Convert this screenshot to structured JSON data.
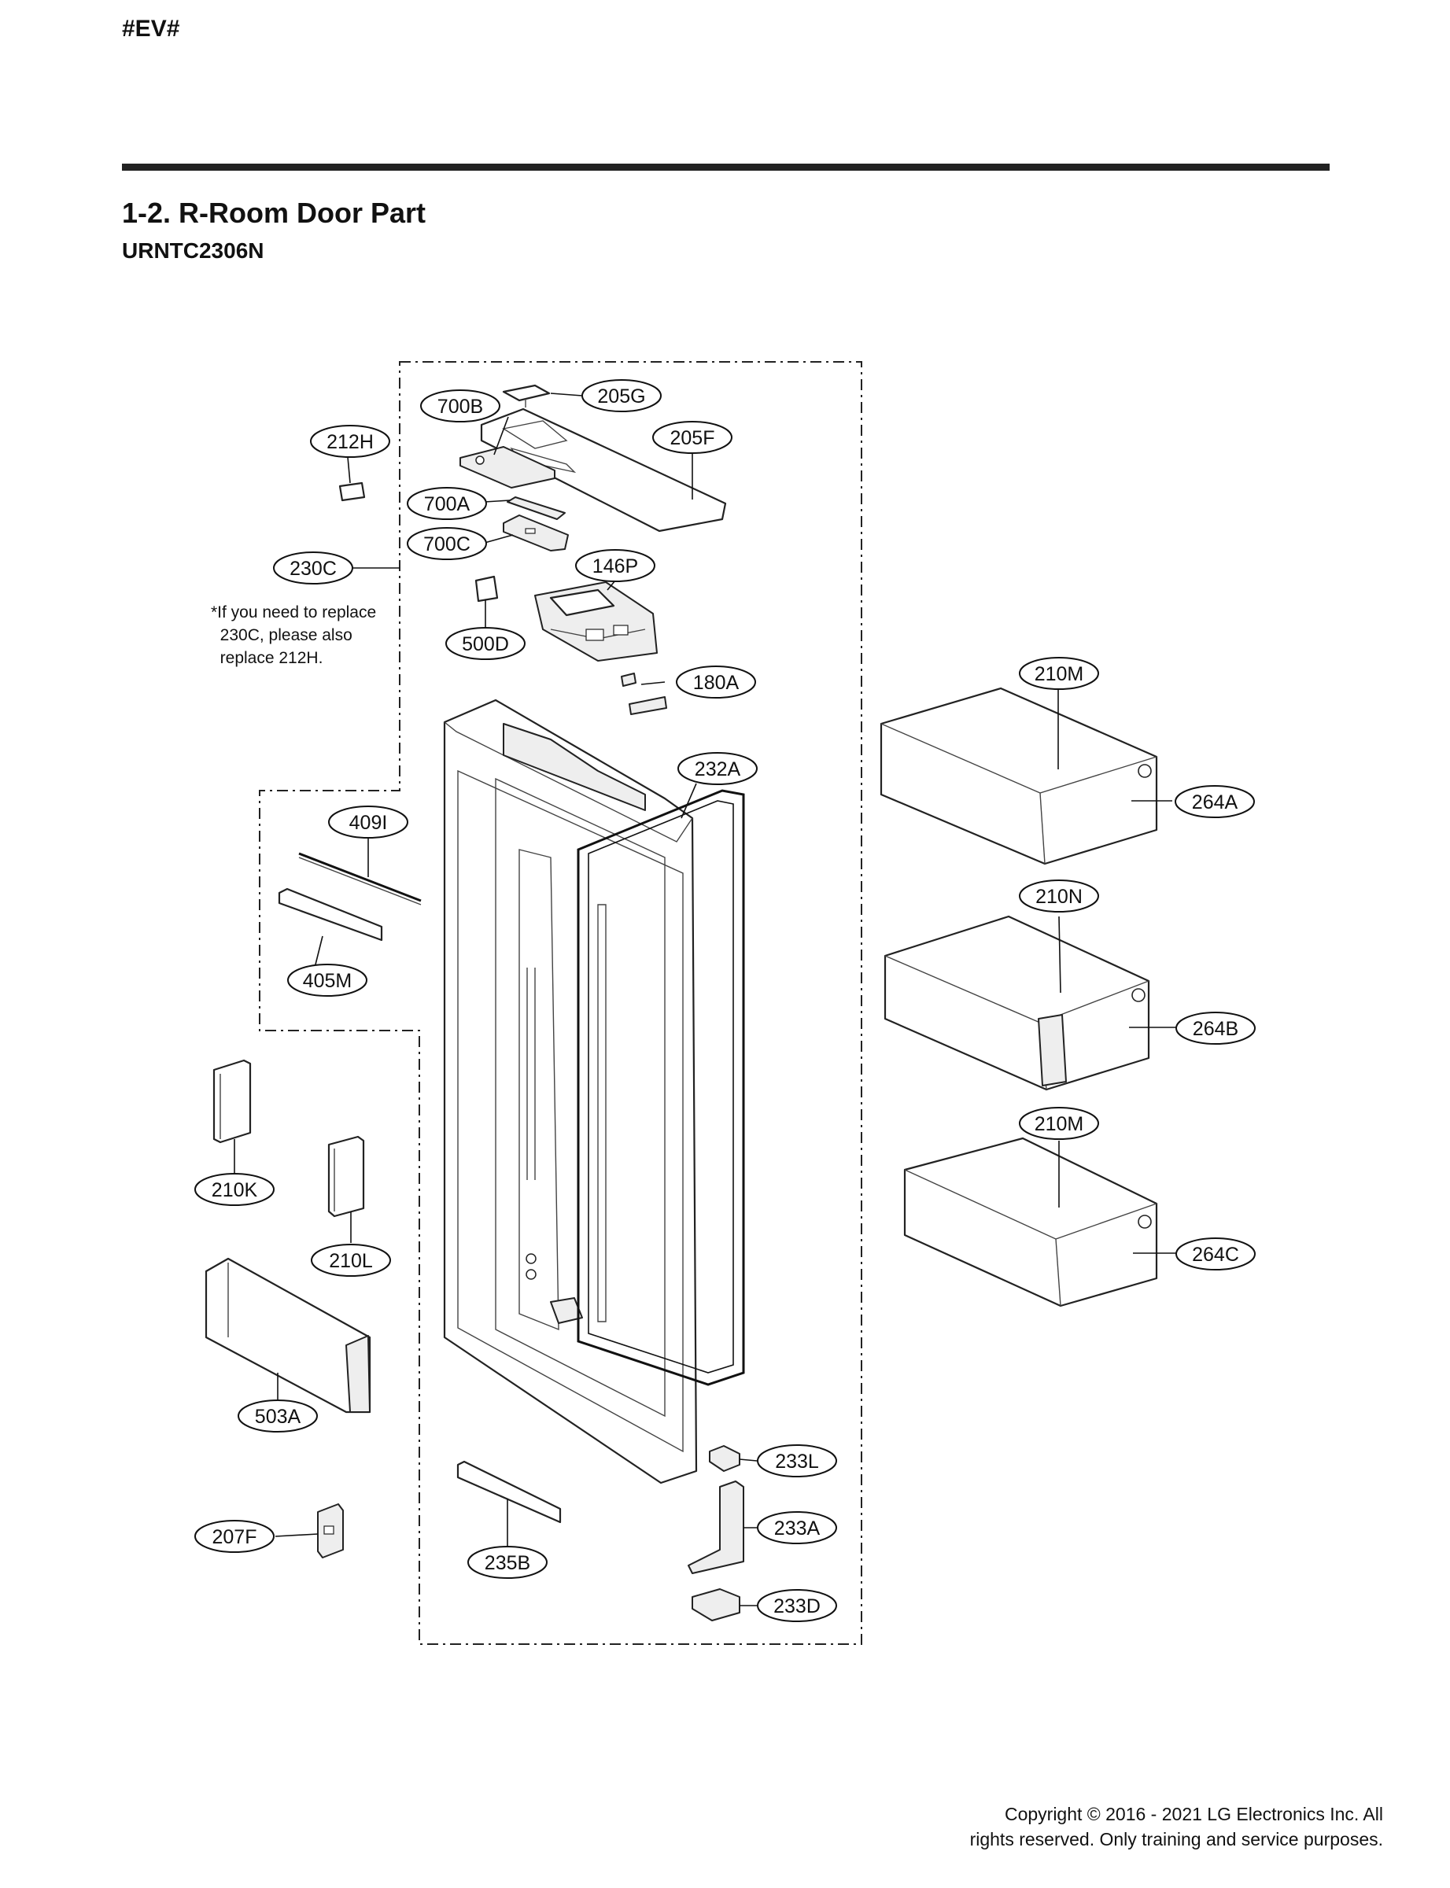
{
  "header": {
    "code": "#EV#",
    "title": "1-2. R-Room Door Part",
    "model": "URNTC2306N"
  },
  "note": "*If you need to replace\n  230C, please also\n  replace 212H.",
  "footer": {
    "copyright": "Copyright © 2016 - 2021 LG Electronics Inc. All\nrights reserved. Only training and service purposes."
  },
  "parts": {
    "p205G": "205G",
    "p700B": "700B",
    "p205F": "205F",
    "p212H": "212H",
    "p700A": "700A",
    "p700C": "700C",
    "p230C": "230C",
    "p146P": "146P",
    "p500D": "500D",
    "p180A": "180A",
    "p210M_top": "210M",
    "p232A": "232A",
    "p264A": "264A",
    "p409I": "409I",
    "p210N": "210N",
    "p405M": "405M",
    "p264B": "264B",
    "p210M_bottom": "210M",
    "p210K": "210K",
    "p210L": "210L",
    "p264C": "264C",
    "p503A": "503A",
    "p233L": "233L",
    "p207F": "207F",
    "p233A": "233A",
    "p235B": "235B",
    "p233D": "233D"
  }
}
